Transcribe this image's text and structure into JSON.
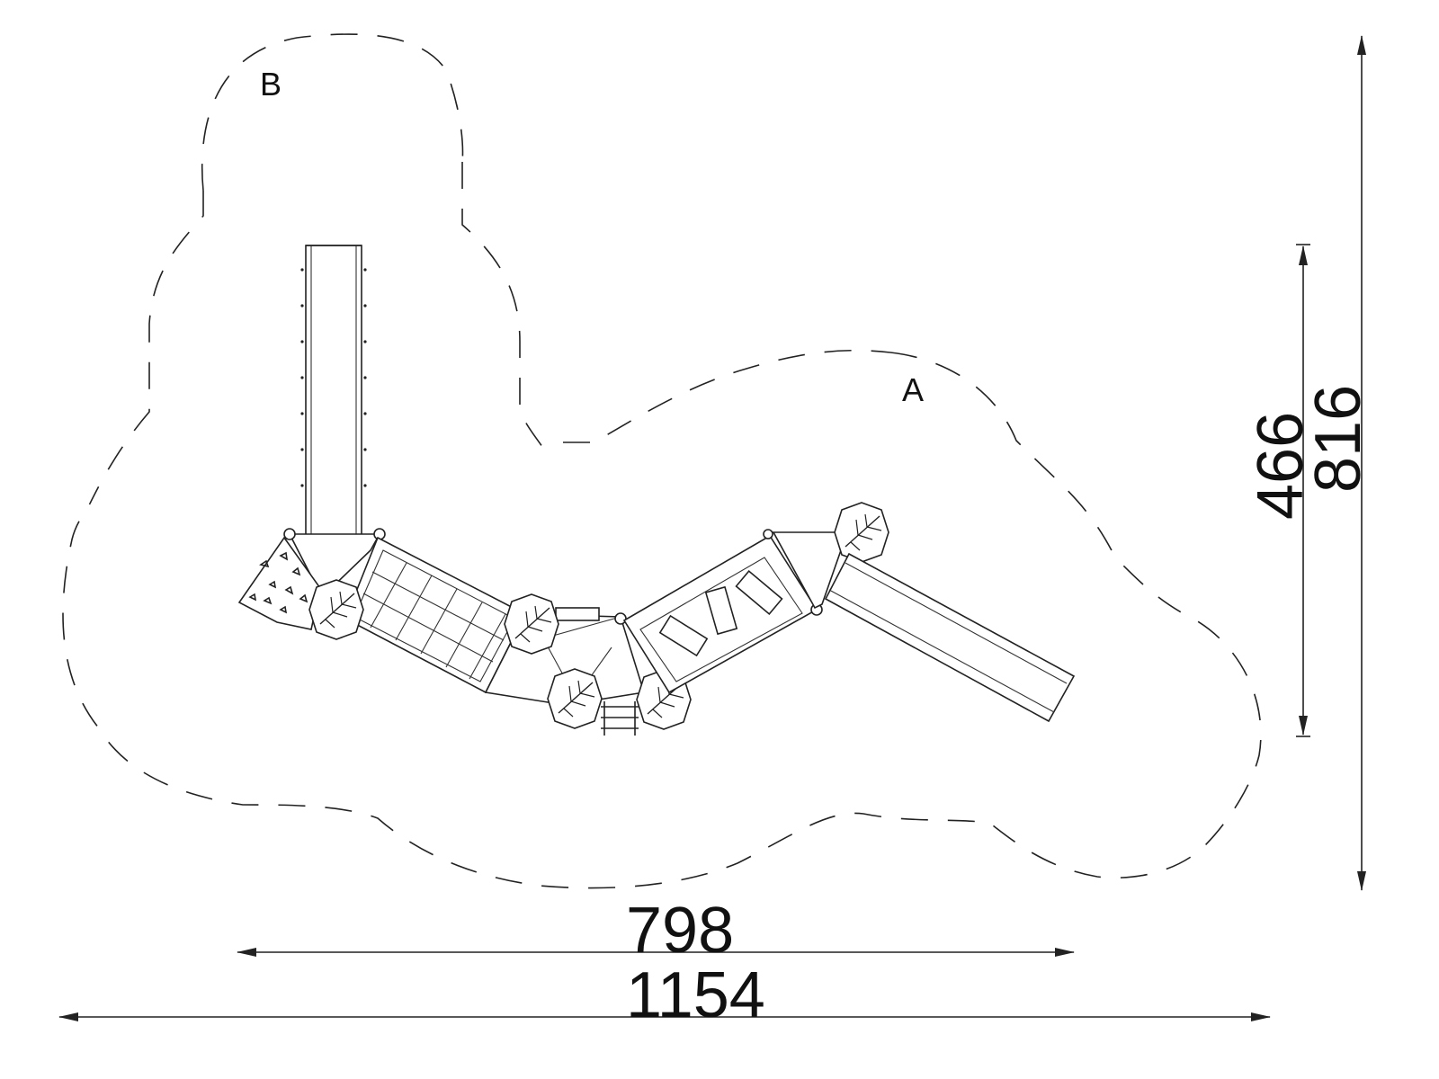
{
  "zones": [
    {
      "id": "A",
      "label": "A"
    },
    {
      "id": "B",
      "label": "B"
    }
  ],
  "dimensions": {
    "structure_width": "798",
    "total_width": "1154",
    "structure_height": "466",
    "total_height": "816"
  },
  "colors": {
    "line": "#222222",
    "background": "#ffffff"
  },
  "components": [
    {
      "name": "slide-straight",
      "icon": "slide-icon"
    },
    {
      "name": "slide-angled",
      "icon": "slide-icon"
    },
    {
      "name": "climbing-wall",
      "icon": "climbing-holds-icon"
    },
    {
      "name": "net-bridge",
      "icon": "grid-net-icon"
    },
    {
      "name": "plank-bridge",
      "icon": "plank-bridge-icon"
    },
    {
      "name": "ladder",
      "icon": "ladder-icon"
    },
    {
      "name": "leaf-roof",
      "icon": "leaf-icon"
    }
  ]
}
